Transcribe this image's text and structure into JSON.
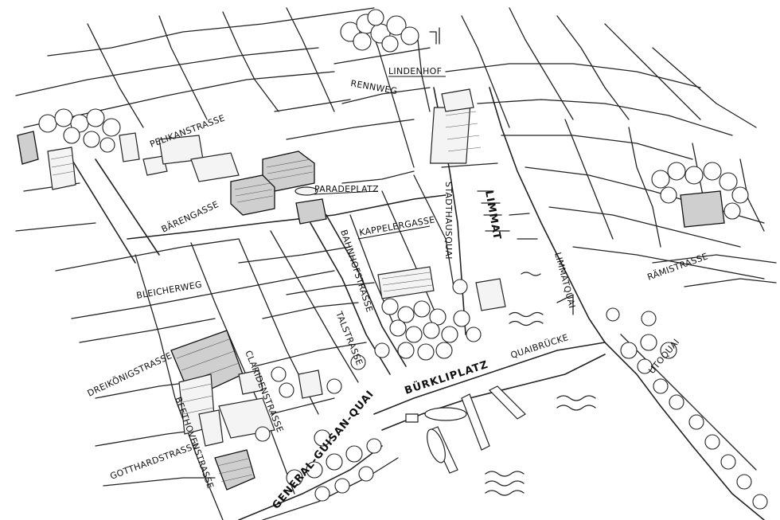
{
  "map": {
    "style": "hand-drawn black and white ink sketch",
    "labels": {
      "lindenhof": "LINDENHOF",
      "rennweg": "RENNWEG",
      "pelikanstrasse": "PELIKANSTRASSE",
      "paradeplatz": "PARADEPLATZ",
      "stadthausquai": "STADTHAUSQUAI",
      "limmat": "LIMMAT",
      "kappelergasse": "KAPPELERGASSE",
      "baerengasse": "BÄRENGASSE",
      "bahnhofstrasse": "BAHNHOFSTRASSE",
      "limmatquai": "LIMMATQUAI",
      "raemistrasse": "RÄMISTRASSE",
      "bleicherweg": "BLEICHERWEG",
      "talstrasse": "TALSTRASSE",
      "quaibruecke": "QUAIBRÜCKE",
      "utoquai": "UTOQUAI",
      "claridenstrasse": "CLARIDENSTRASSE",
      "dreikoenigstrasse": "DREIKÖNIGSTRASSE",
      "buerkliplatz": "BÜRKLIPLATZ",
      "beethovenstrasse": "BEETHOVENSTRASSE",
      "gotthardstrasse": "GOTTHARDSTRASSE",
      "general_guisan_quai": "GENERAL-GUISAN-QUAI"
    },
    "colors": {
      "ink": "#111111",
      "paper": "#ffffff",
      "shade": "#cfcfcf"
    }
  }
}
